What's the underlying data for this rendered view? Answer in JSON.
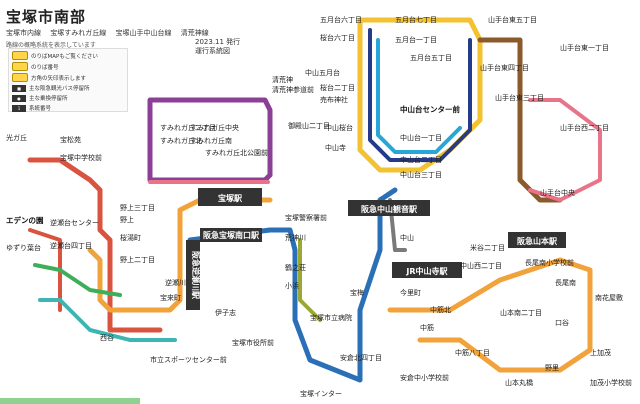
{
  "header": {
    "title": "宝塚市南部",
    "revision": "2023.11 発行",
    "version_note": "運行系統図",
    "lines": [
      "宝塚市内線",
      "宝塚すみれガ丘線",
      "宝塚山手中山台線",
      "清荒神線"
    ],
    "subnote": "路線の概略系統を表示しています"
  },
  "legend": {
    "items": [
      "のりばMAPもご覧ください",
      "のりば番号",
      "方角の矢印表示します",
      "主な阪急観光バス停留所",
      "主な乗換停留所",
      "系統番号"
    ]
  },
  "hubs": [
    "宝塚駅",
    "阪急中山観音駅",
    "JR中山寺駅",
    "阪急山本駅",
    "阪急逆瀬川駅",
    "阪急宝塚南口駅"
  ],
  "stops": [
    "すみれガ丘二丁目",
    "すみれガ丘北",
    "すみれガ丘中央",
    "すみれガ丘南",
    "すみれガ丘北公園前",
    "清荒神",
    "清荒神参道前",
    "御殿山二丁目",
    "売布神社",
    "中山寺",
    "中山五月台",
    "五月台六丁目",
    "五月台七丁目",
    "五月台五丁目",
    "五月台一丁目",
    "桜台六丁目",
    "桜台二丁目",
    "中山台センター前",
    "中山桜台",
    "中山台一丁目",
    "中山台二丁目",
    "中山台三丁目",
    "山手台東五丁目",
    "山手台東四丁目",
    "山手台東三丁目",
    "山手台東一丁目",
    "山手台西二丁目",
    "山手台中央",
    "宝塚中学校前",
    "宝松苑",
    "光ガ丘",
    "逆瀬台センター",
    "エデンの園",
    "ゆずり葉台",
    "逆瀬台四丁目",
    "野上三丁目",
    "野上",
    "桜湯町",
    "野上二丁目",
    "逆瀬川",
    "宝塚市役所前",
    "伊子志",
    "宝塚市立病院",
    "宝塚警察署前",
    "荒神川",
    "鶴之荘",
    "小浜",
    "市立スポーツセンター前",
    "宝塚インター",
    "今里町",
    "米谷二丁目",
    "宝梅",
    "中筋",
    "中筋北",
    "中山西二丁目",
    "中筋八丁目",
    "安倉北四丁目",
    "安倉中小学校前",
    "長尾南小学校前",
    "山本南二丁目",
    "口谷",
    "南花屋敷",
    "上加茂",
    "野里",
    "山本丸橋",
    "加茂小学校前",
    "長尾南",
    "中山",
    "西谷",
    "宝来町"
  ]
}
